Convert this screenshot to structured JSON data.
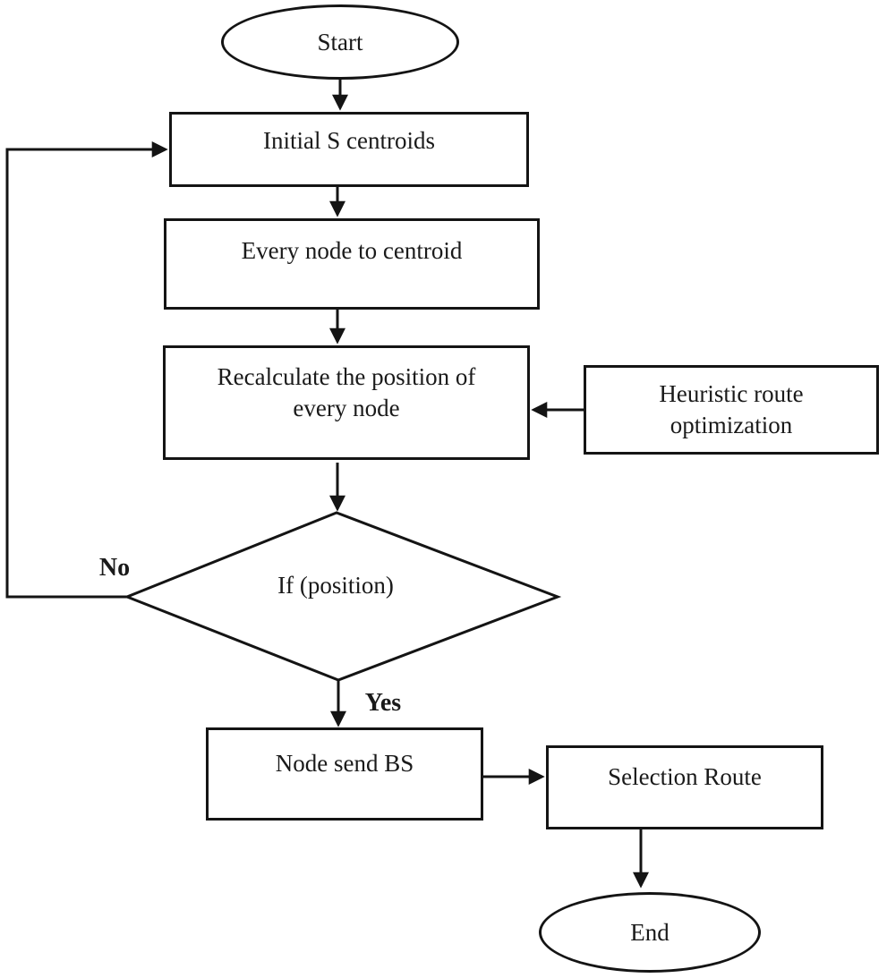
{
  "diagram": {
    "type": "flowchart",
    "colors": {
      "stroke": "#141414",
      "background": "#ffffff",
      "text": "#1a1a1a"
    },
    "nodes": {
      "start": {
        "label": "Start",
        "shape": "terminator"
      },
      "init": {
        "label": "Initial S centroids",
        "shape": "process"
      },
      "assign": {
        "label": "Every node to centroid",
        "shape": "process"
      },
      "recalc": {
        "label": "Recalculate the position of\nevery node",
        "shape": "process"
      },
      "heuristic": {
        "label": "Heuristic route\noptimization",
        "shape": "process"
      },
      "decision": {
        "label": "If (position)",
        "shape": "decision"
      },
      "nodesend": {
        "label": "Node send BS",
        "shape": "process"
      },
      "selection": {
        "label": "Selection Route",
        "shape": "process"
      },
      "end": {
        "label": "End",
        "shape": "terminator"
      }
    },
    "edges": [
      {
        "from": "start",
        "to": "init",
        "label": ""
      },
      {
        "from": "init",
        "to": "assign",
        "label": ""
      },
      {
        "from": "assign",
        "to": "recalc",
        "label": ""
      },
      {
        "from": "heuristic",
        "to": "recalc",
        "label": ""
      },
      {
        "from": "recalc",
        "to": "decision",
        "label": ""
      },
      {
        "from": "decision",
        "to": "init",
        "label": "No"
      },
      {
        "from": "decision",
        "to": "nodesend",
        "label": "Yes"
      },
      {
        "from": "nodesend",
        "to": "selection",
        "label": ""
      },
      {
        "from": "selection",
        "to": "end",
        "label": ""
      }
    ]
  }
}
